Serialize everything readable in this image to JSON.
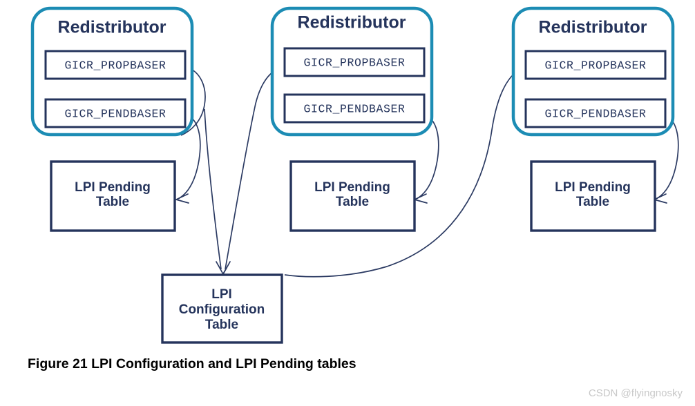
{
  "figure": {
    "caption": "Figure 21 LPI Configuration and LPI Pending tables",
    "watermark": "CSDN @flyingnosky"
  },
  "colors": {
    "redistributor_border": "#1c8cb4",
    "box_border": "#25345c",
    "text": "#25345c",
    "connector": "#2b3a62",
    "background": "#ffffff",
    "caption_text": "#000000",
    "watermark_text": "#c8c8c8"
  },
  "redistributors": [
    {
      "title": "Redistributor",
      "registers": [
        {
          "name": "GICR_PROPBASER"
        },
        {
          "name": "GICR_PENDBASER"
        }
      ]
    },
    {
      "title": "Redistributor",
      "registers": [
        {
          "name": "GICR_PROPBASER"
        },
        {
          "name": "GICR_PENDBASER"
        }
      ]
    },
    {
      "title": "Redistributor",
      "registers": [
        {
          "name": "GICR_PROPBASER"
        },
        {
          "name": "GICR_PENDBASER"
        }
      ]
    }
  ],
  "pending_tables": [
    {
      "line1": "LPI Pending",
      "line2": "Table"
    },
    {
      "line1": "LPI Pending",
      "line2": "Table"
    },
    {
      "line1": "LPI Pending",
      "line2": "Table"
    }
  ],
  "configuration_table": {
    "line1": "LPI",
    "line2": "Configuration",
    "line3": "Table"
  }
}
